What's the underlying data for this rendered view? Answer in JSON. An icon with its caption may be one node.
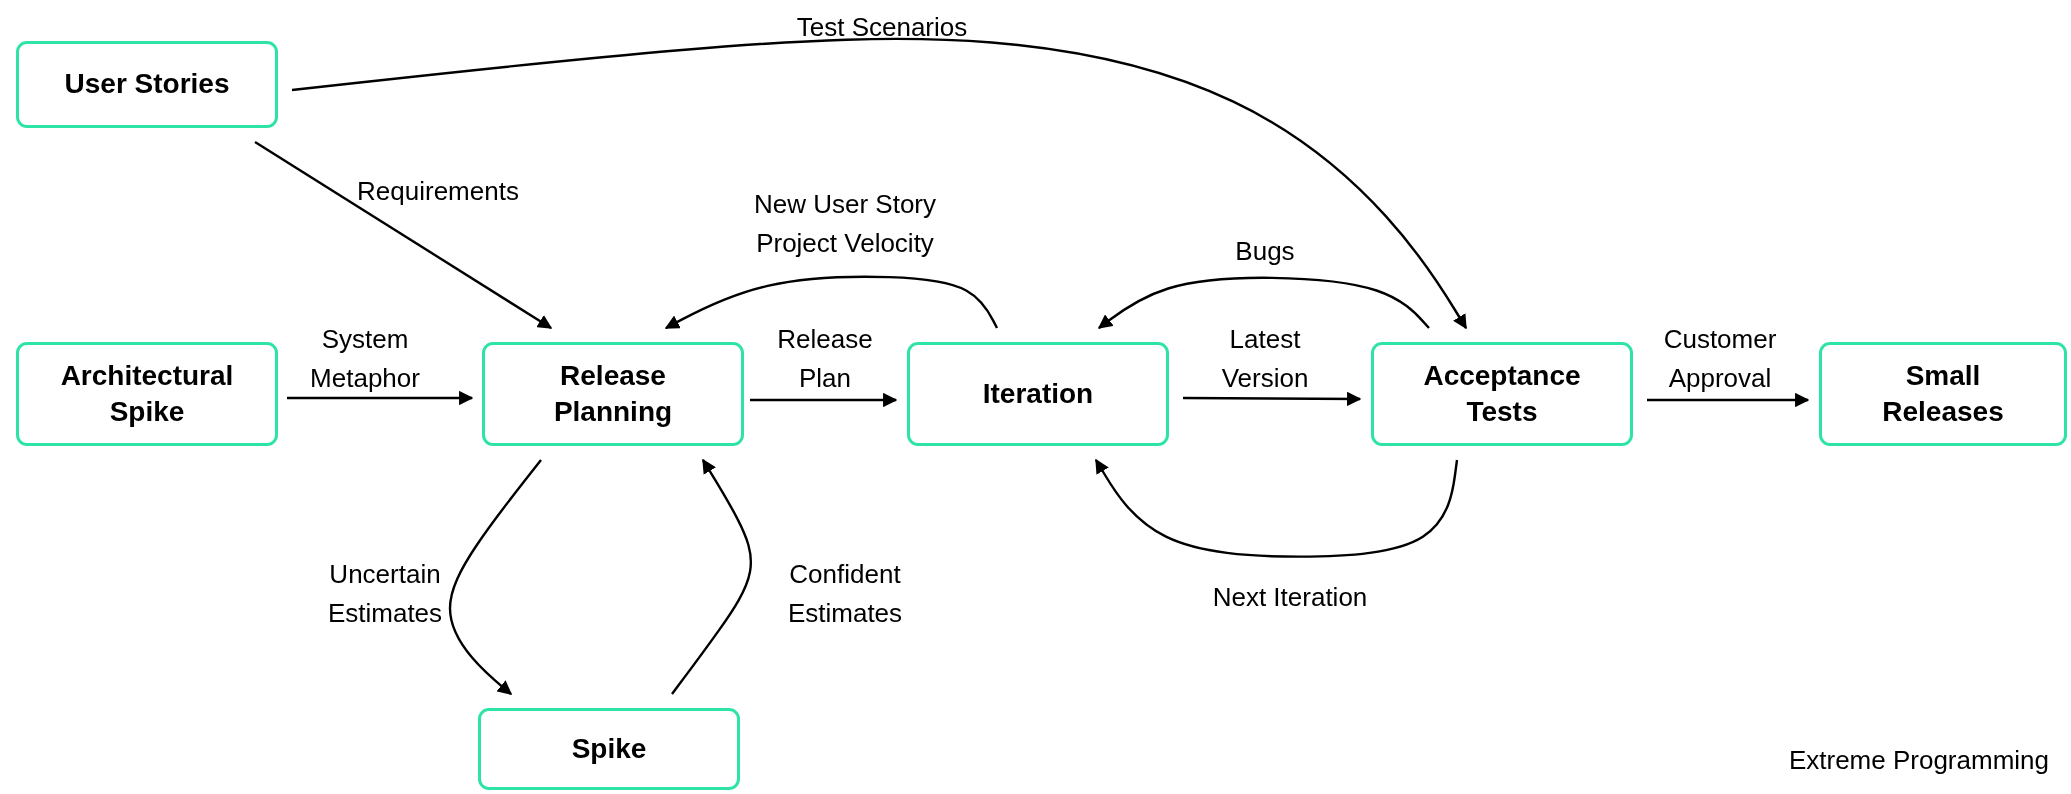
{
  "diagram": {
    "caption": "Extreme Programming",
    "nodes": [
      {
        "text": [
          "User Stories"
        ]
      },
      {
        "text": [
          "Architectural Spike"
        ]
      },
      {
        "text": [
          "Release Planning"
        ]
      },
      {
        "text": [
          "Iteration"
        ]
      },
      {
        "text": [
          "Acceptance Tests"
        ]
      },
      {
        "text": [
          "Small Releases"
        ]
      },
      {
        "text": [
          "Spike"
        ]
      }
    ],
    "edges": [
      {
        "from": 0,
        "to": 4,
        "arrow": "to",
        "label": "Test Scenarios"
      },
      {
        "from": 0,
        "to": 2,
        "arrow": "to",
        "label": "Requirements"
      },
      {
        "from": 1,
        "to": 2,
        "arrow": "to",
        "label": "System Metaphor"
      },
      {
        "from": 2,
        "to": 3,
        "arrow": "to",
        "label": "Release Plan"
      },
      {
        "from": 3,
        "to": 2,
        "arrow": "to",
        "label": "New User Story Project Velocity"
      },
      {
        "from": 3,
        "to": 4,
        "arrow": "to",
        "label": "Latest Version"
      },
      {
        "from": 4,
        "to": 3,
        "arrow": "to",
        "label": "Bugs"
      },
      {
        "from": 4,
        "to": 3,
        "arrow": "to",
        "label": "Next Iteration"
      },
      {
        "from": 4,
        "to": 5,
        "arrow": "to",
        "label": "Customer Approval"
      },
      {
        "from": 2,
        "to": 6,
        "arrow": "to",
        "label": "Uncertain Estimates"
      },
      {
        "from": 6,
        "to": 2,
        "arrow": "to",
        "label": "Confident Estimates"
      }
    ]
  }
}
